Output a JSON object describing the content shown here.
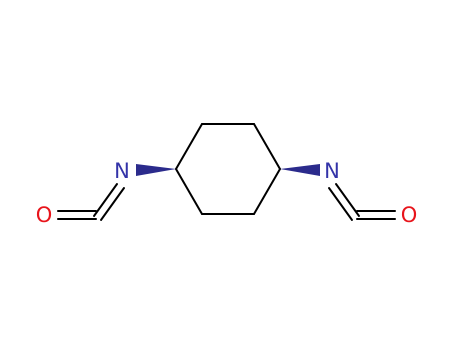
{
  "molecule": {
    "atoms": {
      "n_left": "N",
      "n_right": "N",
      "o_left": "O",
      "o_right": "O"
    },
    "colors": {
      "nitrogen": "#3333a8",
      "oxygen": "#e8141b",
      "bond": "#000000",
      "wedge": "#2b2b8c"
    }
  }
}
